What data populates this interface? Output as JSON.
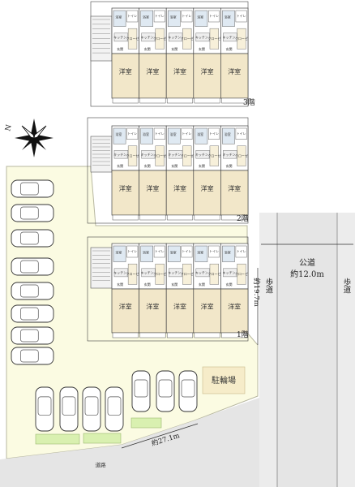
{
  "floors": [
    {
      "id": "3f",
      "label": "3階",
      "rooms": [
        "洋室",
        "洋室",
        "洋室",
        "洋室",
        "洋室"
      ]
    },
    {
      "id": "2f",
      "label": "2階",
      "rooms": [
        "洋室",
        "洋室",
        "洋室",
        "洋室",
        "洋室"
      ]
    },
    {
      "id": "1f",
      "label": "1階",
      "rooms": [
        "洋室",
        "洋室",
        "洋室",
        "洋室",
        "洋室"
      ]
    }
  ],
  "unit_labels": {
    "kitchen": "キッチン",
    "closet": "クローゼ",
    "washroom": "洗面",
    "bath": "浴室",
    "toilet": "トイレ",
    "entrance": "玄関"
  },
  "site": {
    "compass_label": "N",
    "bike_parking": "駐輪場",
    "front_width": "約27.1m",
    "side_depth": "約19.7m",
    "road_bottom": "道路"
  },
  "public_road": {
    "name": "公道",
    "width": "約12.0m",
    "sidewalk_left": "歩道",
    "sidewalk_right": "歩道"
  },
  "colors": {
    "site_fill": "#fbfbe2",
    "room_fill": "#f2e7c9",
    "road_fill": "#e5e5e5",
    "sidewalk_fill": "#eeeeee",
    "hedge_fill": "#d9f0b0",
    "bike_fill": "#f6ecc9"
  }
}
